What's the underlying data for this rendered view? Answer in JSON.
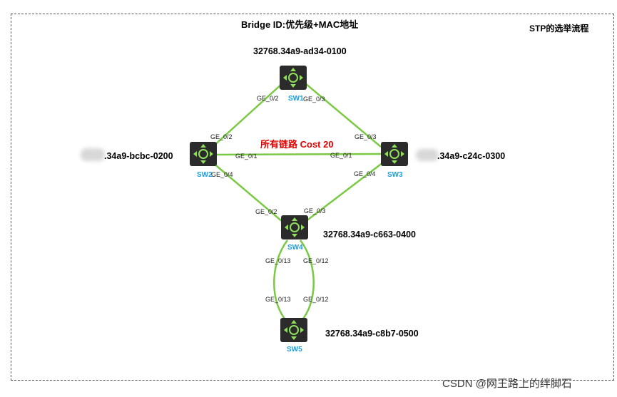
{
  "header": {
    "title": "Bridge ID:优先级+MAC地址",
    "subtitle": "STP的选举流程"
  },
  "links_note": "所有链路 Cost 20",
  "switches": {
    "sw1": {
      "name": "SW1",
      "bridge_id": "32768.34a9-ad34-0100"
    },
    "sw2": {
      "name": "SW2",
      "bridge_id": ".34a9-bcbc-0200"
    },
    "sw3": {
      "name": "SW3",
      "bridge_id": ".34a9-c24c-0300"
    },
    "sw4": {
      "name": "SW4",
      "bridge_id": "32768.34a9-c663-0400"
    },
    "sw5": {
      "name": "SW5",
      "bridge_id": "32768.34a9-c8b7-0500"
    }
  },
  "ports": {
    "sw1_left": "GE_0/2",
    "sw1_right": "GE_0/3",
    "sw2_top": "GE_0/2",
    "sw2_right": "GE_0/1",
    "sw2_bottom": "GE_0/4",
    "sw3_top": "GE_0/3",
    "sw3_left": "GE_0/1",
    "sw3_bottom": "GE_0/4",
    "sw4_left": "GE_0/2",
    "sw4_right": "GE_0/3",
    "sw4_down_left": "GE_0/13",
    "sw4_down_right": "GE_0/12",
    "sw5_up_left": "GE_0/13",
    "sw5_up_right": "GE_0/12"
  },
  "colors": {
    "link": "#7ac943",
    "switch_body": "#2b2b2b",
    "switch_arrows": "#8fe05a",
    "switch_label": "#1a9ee0",
    "cost_text": "#e00000"
  },
  "watermark": "CSDN @网王路上的绊脚石"
}
